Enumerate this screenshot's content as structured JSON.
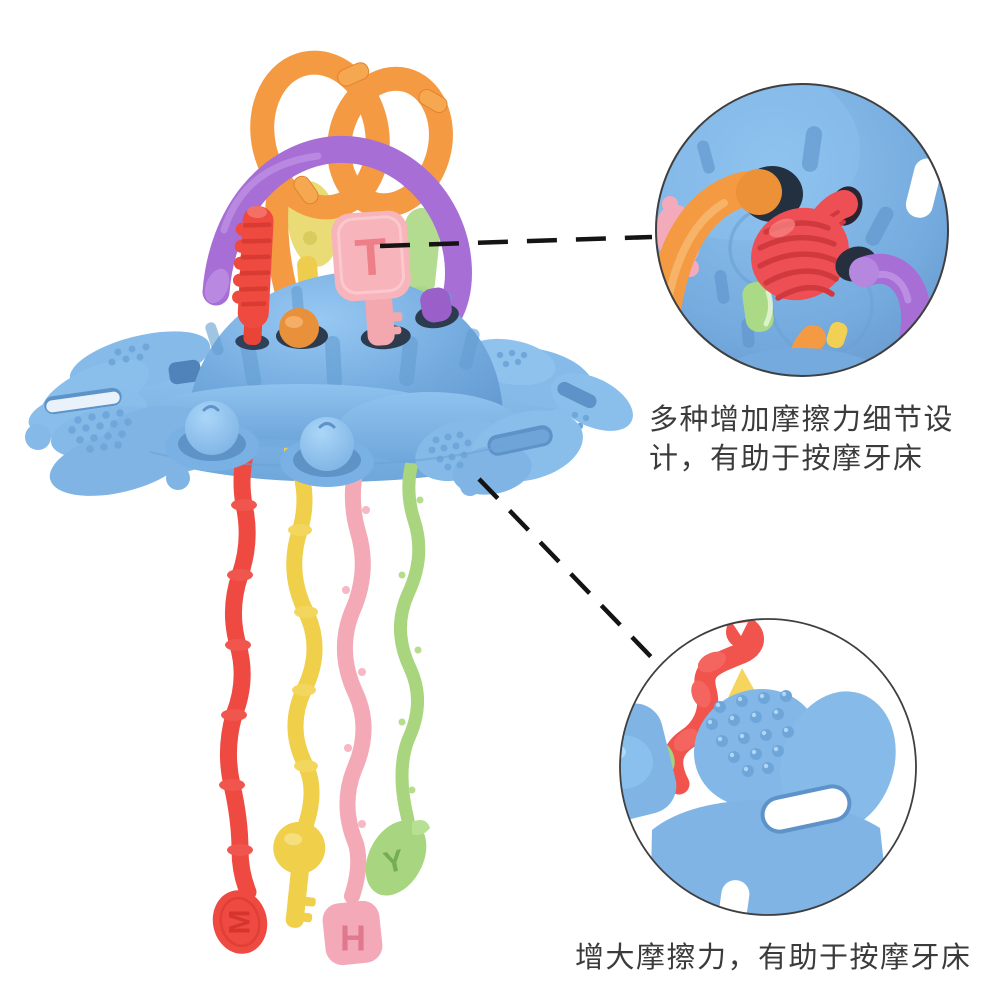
{
  "image": {
    "background": "#ffffff",
    "subject": "blue UFO flower pull-string silicone baby teether toy with two zoom detail callout circles"
  },
  "toy": {
    "glyphs": {
      "pink_key": "T",
      "red_disc": "M",
      "pink_bead": "H",
      "green_leaf": "Y"
    }
  },
  "callouts": {
    "top": {
      "caption_line1": "多种增加摩擦力细节设",
      "caption_line2": "计，有助于按摩牙床"
    },
    "bottom": {
      "caption": "增大摩擦力，有助于按摩牙床"
    }
  },
  "colors": {
    "blue_light": "#a9d2f1",
    "blue": "#7fb5e8",
    "blue_dark": "#5d94cc",
    "orange": "#f59b43",
    "purple": "#a76ed6",
    "red": "#ee4a41",
    "pink": "#f7b3ba",
    "pink_string": "#f3aab6",
    "yellow": "#f0cf4b",
    "green": "#a9d57f",
    "text": "#3b3b3b",
    "line": "#141414"
  }
}
